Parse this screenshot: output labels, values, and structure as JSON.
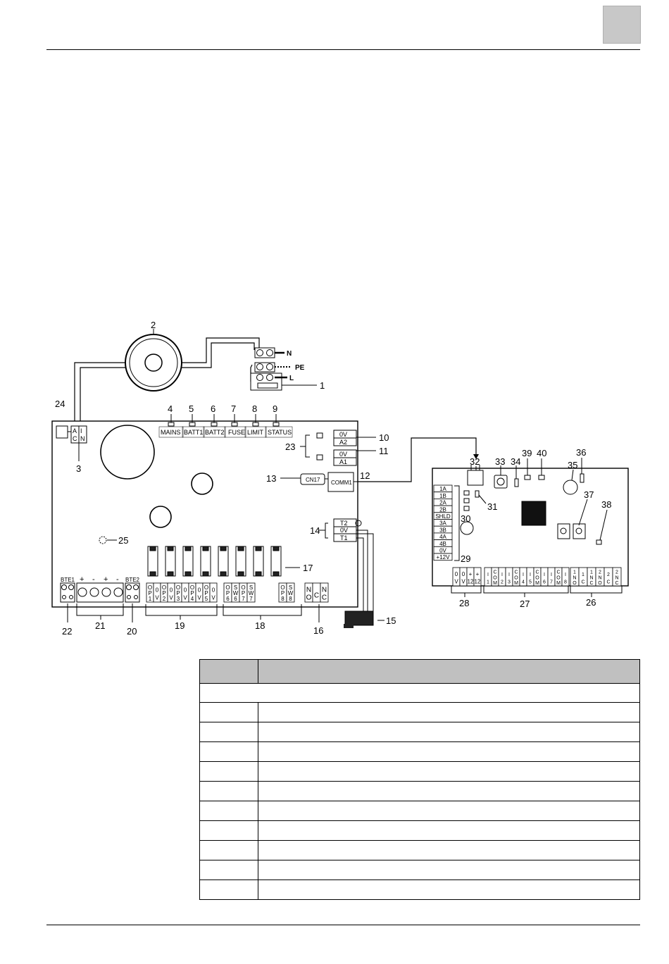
{
  "callouts": {
    "n1": "1",
    "n2": "2",
    "n3": "3",
    "n4": "4",
    "n5": "5",
    "n6": "6",
    "n7": "7",
    "n8": "8",
    "n9": "9",
    "n10": "10",
    "n11": "11",
    "n12": "12",
    "n13": "13",
    "n14": "14",
    "n15": "15",
    "n16": "16",
    "n17": "17",
    "n18": "18",
    "n19": "19",
    "n20": "20",
    "n21": "21",
    "n22": "22",
    "n23": "23",
    "n24": "24",
    "n25": "25",
    "n26": "26",
    "n27": "27",
    "n28": "28",
    "n29": "29",
    "n30": "30",
    "n31": "31",
    "n32": "32",
    "n33": "33",
    "n34": "34",
    "n35": "35",
    "n36": "36",
    "n37": "37",
    "n38": "38",
    "n39": "39",
    "n40": "40"
  },
  "mains_terminals": {
    "n": "N",
    "pe": "PE",
    "l": "L"
  },
  "psu": {
    "leds": [
      "MAINS",
      "BATT1",
      "BATT2",
      "FUSE",
      "LIMIT",
      "STATUS"
    ],
    "ac": {
      "top": "A",
      "mid": "I",
      "bot_left": "C",
      "bot_right": "N"
    },
    "out_a2": {
      "top": "0V",
      "bot": "A2"
    },
    "out_a1": {
      "top": "0V",
      "bot": "A1"
    },
    "cn17": "CN17",
    "comm1": "COMM1",
    "tamper": {
      "t2": "T2",
      "ov": "0V",
      "t1": "T1"
    },
    "bte1": "BTE1",
    "bte2": "BTE2",
    "batt_signs": [
      "+",
      "-",
      "+",
      "-"
    ],
    "op_terms": [
      [
        "O",
        "P",
        "1"
      ],
      [
        "0",
        "V"
      ],
      [
        "O",
        "P",
        "2"
      ],
      [
        "0",
        "V"
      ],
      [
        "O",
        "P",
        "3"
      ],
      [
        "0",
        "V"
      ],
      [
        "O",
        "P",
        "4"
      ],
      [
        "0",
        "V"
      ],
      [
        "O",
        "P",
        "5"
      ],
      [
        "0",
        "V"
      ]
    ],
    "sw_terms": [
      [
        "O",
        "P",
        "6"
      ],
      [
        "S",
        "W",
        "6"
      ],
      [
        "O",
        "P",
        "7"
      ],
      [
        "S",
        "W",
        "7"
      ],
      [
        "O",
        "P",
        "8"
      ],
      [
        "S",
        "W",
        "8"
      ]
    ],
    "relay_terms": [
      [
        "N",
        "O"
      ],
      [
        "C"
      ],
      [
        "N",
        "C"
      ]
    ]
  },
  "module": {
    "bus_terms": [
      "1A",
      "1B",
      "2A",
      "2B",
      "SHLD",
      "3A",
      "3B",
      "4A",
      "4B",
      "0V",
      "+12V"
    ],
    "pwr_terms": [
      [
        "0",
        "V"
      ],
      [
        "0",
        "V"
      ],
      [
        "+",
        "12"
      ],
      [
        "+",
        "12"
      ]
    ],
    "in_terms": [
      [
        "I",
        "1"
      ],
      [
        "C",
        "O",
        "M"
      ],
      [
        "I",
        "2"
      ],
      [
        "I",
        "3"
      ],
      [
        "C",
        "O",
        "M"
      ],
      [
        "I",
        "4"
      ],
      [
        "I",
        "5"
      ],
      [
        "C",
        "O",
        "M"
      ],
      [
        "I",
        "6"
      ],
      [
        "I",
        "7"
      ],
      [
        "C",
        "O",
        "M"
      ],
      [
        "I",
        "8"
      ]
    ],
    "out_terms": [
      [
        "1",
        "N",
        "O"
      ],
      [
        "1",
        "C"
      ],
      [
        "1",
        "N",
        "C"
      ],
      [
        "2",
        "N",
        "O"
      ],
      [
        "2",
        "C"
      ],
      [
        "2",
        "N",
        "C"
      ]
    ]
  },
  "table": {
    "header": [
      "",
      ""
    ],
    "section": "",
    "rows": [
      [
        "",
        ""
      ],
      [
        "",
        ""
      ],
      [
        "",
        ""
      ],
      [
        "",
        ""
      ],
      [
        "",
        ""
      ],
      [
        "",
        ""
      ],
      [
        "",
        ""
      ],
      [
        "",
        ""
      ],
      [
        "",
        ""
      ],
      [
        "",
        ""
      ]
    ]
  }
}
